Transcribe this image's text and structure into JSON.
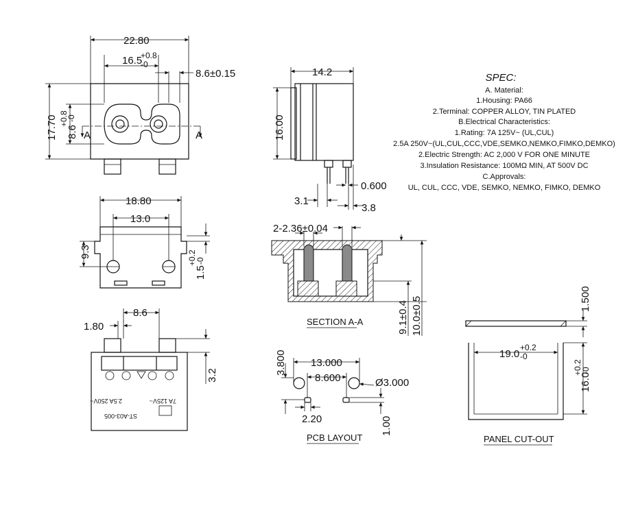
{
  "colors": {
    "line": "#111111",
    "background": "#ffffff",
    "section_fill": "#8a8a8a"
  },
  "dimensions": {
    "front_width": "22.80",
    "front_pitch": "16.5",
    "front_pitch_tol_plus": "+0.8",
    "front_pitch_tol_minus": "-0",
    "front_right": "8.6±0.15",
    "front_height": "17.70",
    "front_inner_height": "8.6",
    "front_inner_tol_plus": "+0.8",
    "front_inner_tol_minus": "-0",
    "section_marker": "A",
    "side_width": "14.2",
    "side_height": "16.00",
    "side_pin_thickness": "0.600",
    "side_left_offset": "3.1",
    "side_pin_offset": "3.8",
    "bottom_width": "18.80",
    "bottom_pitch": "13.0",
    "bottom_left": "9.3",
    "bottom_right": "1.5",
    "bottom_right_tol_plus": "+0.2",
    "bottom_right_tol_minus": "-0",
    "rear_tab_width": "1.80",
    "rear_pitch": "8.6",
    "rear_height": "3.2",
    "section_width": "2-2.36±0.04",
    "section_h1": "9.1±0.4",
    "section_h2": "10.0±0.5",
    "pcb_top": "3.800",
    "pcb_width": "13.000",
    "pcb_pitch": "8.600",
    "pcb_hole": "Ø3.000",
    "pcb_slot_w": "2.20",
    "pcb_slot_h": "1.00",
    "panel_thick": "1.500",
    "panel_width": "19.0",
    "panel_width_tol_plus": "+0.2",
    "panel_width_tol_minus": "-0",
    "panel_height": "16.0",
    "panel_height_tol_plus": "+0.2",
    "panel_height_tol_minus": "-0"
  },
  "labels": {
    "section": "SECTION A-A",
    "pcb": "PCB LAYOUT",
    "panel": "PANEL CUT-OUT"
  },
  "rear_markings": {
    "rating1": "7A 125V~",
    "rating2": "2.5A 250V~",
    "model": "ST-A03-005"
  },
  "spec": {
    "title": "SPEC:",
    "lines": [
      "A. Material:",
      "1.Housing: PA66",
      "2.Terminal: COPPER ALLOY, TIN PLATED",
      "B.Electrical Characteristics:",
      "1.Rating:  7A  125V~ (UL,CUL)",
      "2.5A 250V~(UL,CUL,CCC,VDE,SEMKO,NEMKO,FIMKO,DEMKO)",
      "2.Electric Strength: AC 2,000 V FOR ONE MINUTE",
      "3.Insulation Resistance: 100MΩ MIN, AT 500V DC",
      "C.Approvals:",
      "UL, CUL, CCC, VDE, SEMKO, NEMKO, FIMKO, DEMKO"
    ]
  }
}
